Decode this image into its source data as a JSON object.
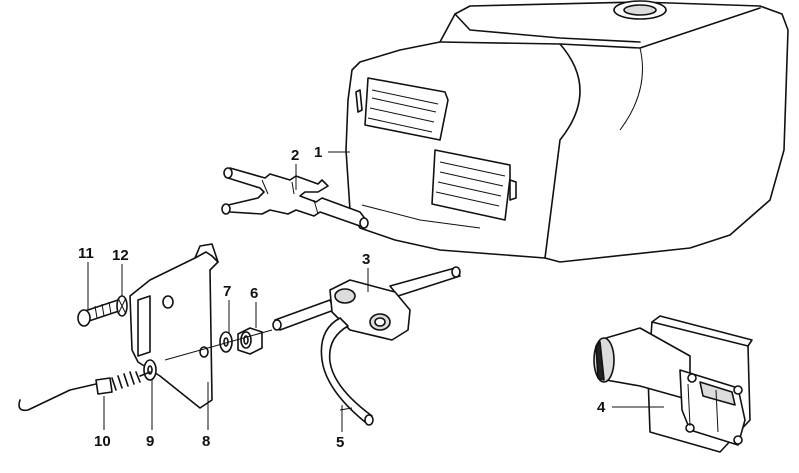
{
  "callouts": [
    {
      "id": "1",
      "label": "1"
    },
    {
      "id": "2",
      "label": "2"
    },
    {
      "id": "3",
      "label": "3"
    },
    {
      "id": "4",
      "label": "4"
    },
    {
      "id": "5",
      "label": "5"
    },
    {
      "id": "6",
      "label": "6"
    },
    {
      "id": "7",
      "label": "7"
    },
    {
      "id": "8",
      "label": "8"
    },
    {
      "id": "9",
      "label": "9"
    },
    {
      "id": "10",
      "label": "10"
    },
    {
      "id": "11",
      "label": "11"
    },
    {
      "id": "12",
      "label": "12"
    }
  ],
  "colors": {
    "ink": "#111111",
    "paper": "#ffffff",
    "shade": "#dcdcdc"
  }
}
